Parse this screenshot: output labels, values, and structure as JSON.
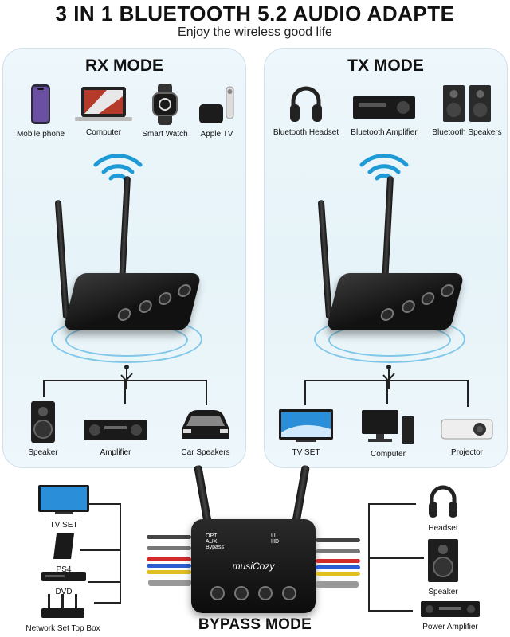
{
  "header": {
    "title": "3 IN 1 BLUETOOTH 5.2 AUDIO ADAPTE",
    "subtitle": "Enjoy the wireless good life"
  },
  "rx": {
    "title": "RX MODE",
    "sources": [
      "Mobile phone",
      "Computer",
      "Smart Watch",
      "Apple TV"
    ],
    "outputs": [
      "Speaker",
      "Amplifier",
      "Car Speakers"
    ]
  },
  "tx": {
    "title": "TX MODE",
    "targets": [
      "Bluetooth Headset",
      "Bluetooth Amplifier",
      "Bluetooth Speakers"
    ],
    "inputs": [
      "TV SET",
      "Computer",
      "Projector"
    ]
  },
  "bypass": {
    "title": "BYPASS MODE",
    "brand": "musiCozy",
    "inputs": [
      "TV SET",
      "PS4",
      "DVD",
      "Network Set Top Box"
    ],
    "outputs": [
      "Headset",
      "Speaker",
      "Power Amplifier"
    ],
    "port_labels_left": [
      "OPT",
      "AUX",
      "Bypass"
    ],
    "port_labels_right": [
      "LL",
      "HD"
    ]
  },
  "colors": {
    "accent_blue": "#1e9bd7",
    "device_black": "#141414",
    "panel_bg": "#e9f5fa"
  }
}
